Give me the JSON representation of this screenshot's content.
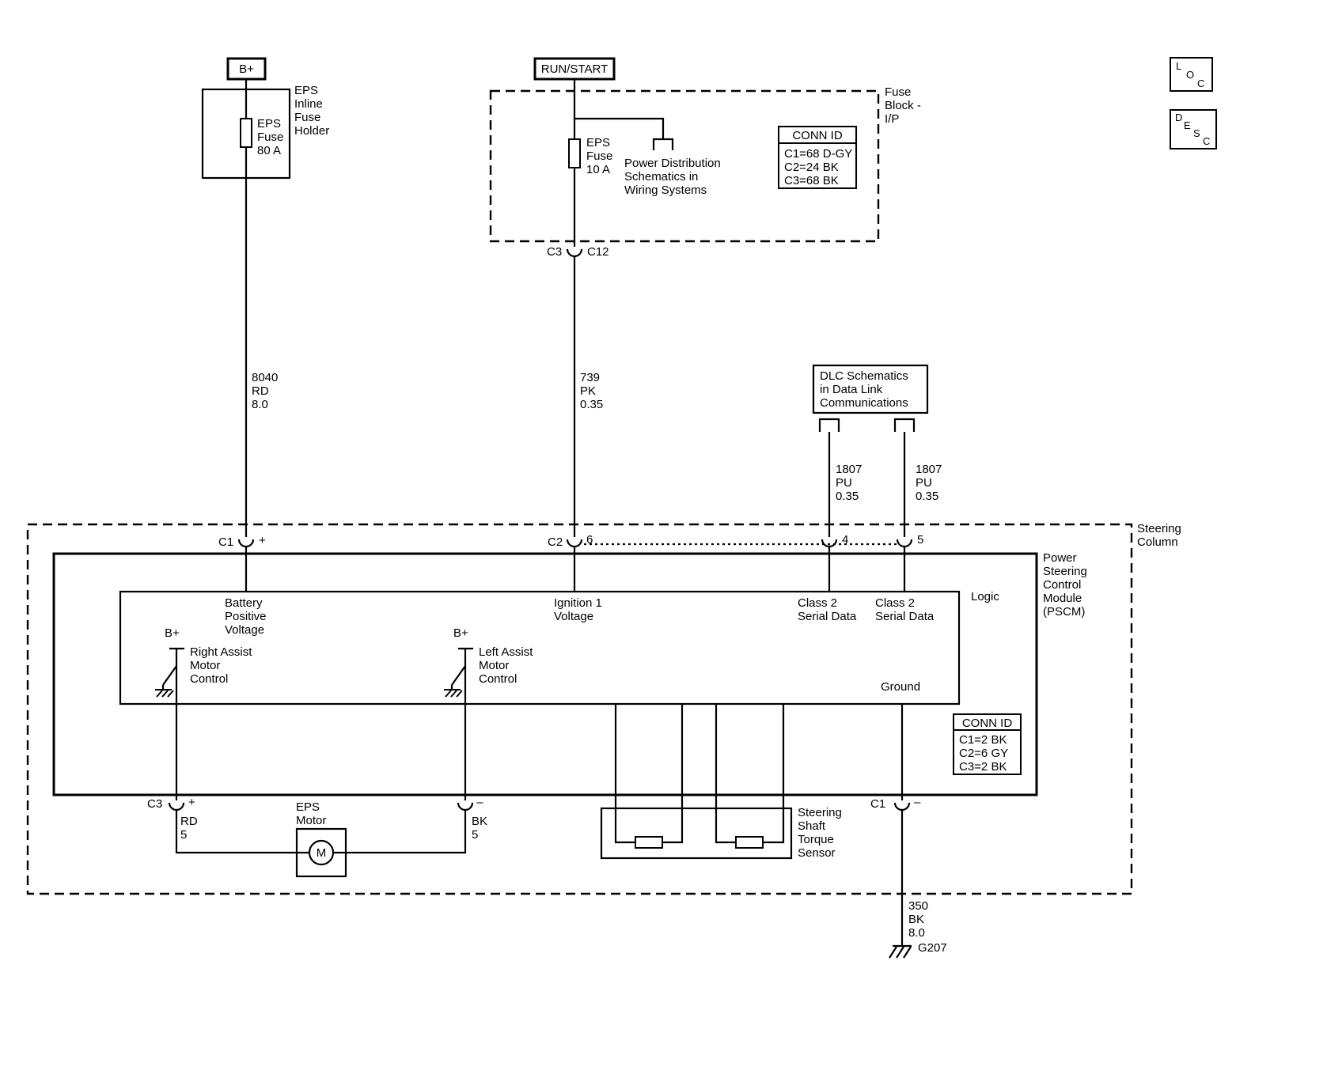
{
  "corner": {
    "loc": [
      "L",
      "O",
      "C"
    ],
    "desc": [
      "D",
      "E",
      "S",
      "C"
    ]
  },
  "power": {
    "b_plus": "B+",
    "run_start": "RUN/START"
  },
  "fuse_holder": {
    "title": [
      "EPS",
      "Inline",
      "Fuse",
      "Holder"
    ],
    "fuse": [
      "EPS",
      "Fuse",
      "80 A"
    ]
  },
  "fuse_block": {
    "title": [
      "Fuse",
      "Block -",
      "I/P"
    ],
    "fuse": [
      "EPS",
      "Fuse",
      "10 A"
    ],
    "note": [
      "Power Distribution",
      "Schematics in",
      "Wiring Systems"
    ],
    "conn_id": {
      "title": "CONN ID",
      "rows": [
        "C1=68 D-GY",
        "C2=24 BK",
        "C3=68 BK"
      ]
    }
  },
  "connector_c3_c12": {
    "left": "C3",
    "right": "C12"
  },
  "wires": {
    "battery": [
      "8040",
      "RD",
      "8.0"
    ],
    "ignition": [
      "739",
      "PK",
      "0.35"
    ],
    "class2_left": [
      "1807",
      "PU",
      "0.35"
    ],
    "class2_right": [
      "1807",
      "PU",
      "0.35"
    ],
    "ground": [
      "350",
      "BK",
      "8.0"
    ],
    "motor_plus": [
      "RD",
      "5"
    ],
    "motor_minus": [
      "BK",
      "5"
    ]
  },
  "dlc": {
    "note": [
      "DLC Schematics",
      "in Data Link",
      "Communications"
    ]
  },
  "steering_column": {
    "title": [
      "Steering",
      "Column"
    ]
  },
  "pscm": {
    "title": [
      "Power",
      "Steering",
      "Control",
      "Module",
      "(PSCM)"
    ],
    "logic": "Logic",
    "pins_top": {
      "c1": "C1",
      "c1_sign": "+",
      "c2": "C2",
      "c2_pin": "6",
      "pin4": "4",
      "pin5": "5"
    },
    "inputs": {
      "battery": [
        "Battery",
        "Positive",
        "Voltage"
      ],
      "ignition": [
        "Ignition 1",
        "Voltage"
      ],
      "class2_left": [
        "Class 2",
        "Serial Data"
      ],
      "class2_right": [
        "Class 2",
        "Serial Data"
      ]
    },
    "right_assist": {
      "b_plus": "B+",
      "label": [
        "Right Assist",
        "Motor",
        "Control"
      ]
    },
    "left_assist": {
      "b_plus": "B+",
      "label": [
        "Left Assist",
        "Motor",
        "Control"
      ]
    },
    "ground_label": "Ground",
    "conn_id": {
      "title": "CONN ID",
      "rows": [
        "C1=2 BK",
        "C2=6 GY",
        "C3=2 BK"
      ]
    },
    "pins_bottom": {
      "c3": "C3",
      "c3_sign": "+",
      "minus": "–",
      "c1": "C1",
      "c1_sign": "–"
    }
  },
  "eps_motor": {
    "title": [
      "EPS",
      "Motor"
    ],
    "symbol": "M"
  },
  "torque_sensor": {
    "title": [
      "Steering",
      "Shaft",
      "Torque",
      "Sensor"
    ]
  },
  "ground_point": {
    "label": "G207"
  }
}
